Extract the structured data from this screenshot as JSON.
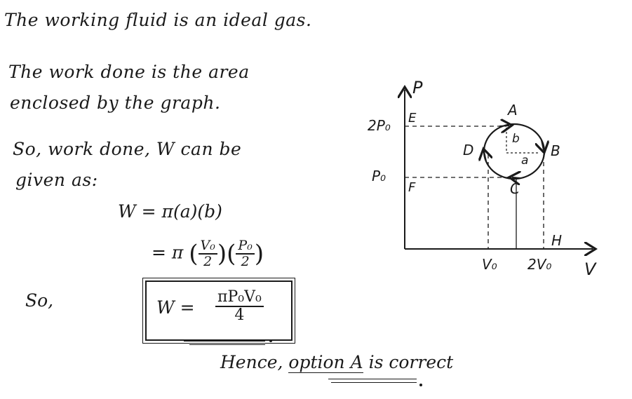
{
  "lines": [
    "The working fluid is an ideal gas.",
    "The work done is the area",
    "enclosed by the graph.",
    "So, work done, W can be",
    "given as:"
  ],
  "equations": {
    "eq1": "W = π(a)(b)",
    "eq2_lead": "= π",
    "eq2_frac1_num": "V₀",
    "eq2_frac1_den": "2",
    "eq2_frac2_num": "P₀",
    "eq2_frac2_den": "2"
  },
  "so_label": "So,",
  "result": {
    "lhs": "W =",
    "numerator": "πP₀V₀",
    "denominator": "4"
  },
  "conclusion": {
    "prefix": "Hence, ",
    "highlight": "option A",
    "suffix": " is correct"
  },
  "graph": {
    "axis_y_label": "P",
    "axis_x_label": "V",
    "y_ticks": [
      "2P₀",
      "P₀"
    ],
    "x_ticks": [
      "V₀",
      "2V₀"
    ],
    "points": [
      "A",
      "B",
      "C",
      "D",
      "E",
      "F",
      "H"
    ],
    "semi_axes": [
      "a",
      "b"
    ]
  }
}
